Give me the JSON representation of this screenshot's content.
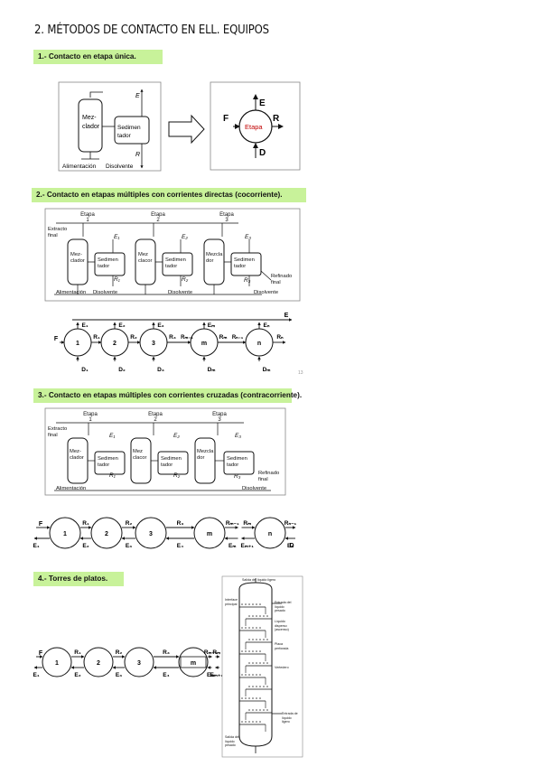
{
  "page": {
    "title": "2. MÉTODOS DE CONTACTO EN ELL. EQUIPOS",
    "page_number": "13"
  },
  "sections": [
    {
      "heading": "1.- Contacto en etapa única."
    },
    {
      "heading": "2.- Contacto en etapas múltiples con corrientes directas (cocorriente)."
    },
    {
      "heading": "3.- Contacto en etapas múltiples con corrientes cruzadas (contracorriente)."
    },
    {
      "heading": "4.- Torres de platos."
    }
  ],
  "single_stage": {
    "mixer": [
      "Mez-",
      "clador"
    ],
    "settler": [
      "Sedimen",
      "tador"
    ],
    "E": "E",
    "R": "R",
    "feed": "Alimentación",
    "solvent": "Disolvente",
    "block": {
      "F": "F",
      "E": "E",
      "R": "R",
      "D": "D",
      "stage": "Etapa"
    }
  },
  "cocurrent": {
    "stages": [
      {
        "label": "Etapa",
        "num": "1",
        "mixer": [
          "Mez-",
          "clador"
        ],
        "E": "E₁",
        "R": "R₁"
      },
      {
        "label": "Etapa",
        "num": "2",
        "mixer": [
          "Mez",
          "clacor"
        ],
        "E": "E₂",
        "R": "R₂"
      },
      {
        "label": "Etapa",
        "num": "3",
        "mixer": [
          "Mezcla",
          "dor"
        ],
        "E": "E₃",
        "R": "R₃"
      }
    ],
    "settler": [
      "Sedimen",
      "tador"
    ],
    "extract": [
      "Extracto",
      "final"
    ],
    "raffinate": [
      "Refinado",
      "final"
    ],
    "feed": "Alimentación",
    "solvent": "Disolvente",
    "flow": {
      "F": "F",
      "E_total": "E",
      "nodes": [
        {
          "id": "1",
          "E": "E₁",
          "D": "D₁",
          "R": "R₁"
        },
        {
          "id": "2",
          "E": "E₂",
          "D": "D₂",
          "R": "R₂"
        },
        {
          "id": "3",
          "E": "E₃",
          "D": "D₃",
          "R": "R₃"
        },
        {
          "id": "m",
          "E": "Eₘ",
          "D": "Dₘ",
          "R": "Rₘ"
        },
        {
          "id": "n",
          "E": "Eₙ",
          "D": "Dₘ",
          "R": "Rₙ"
        }
      ],
      "r_prev_m": "Rₘ₋₁",
      "r_prev_n": "Rₙ₋₁"
    }
  },
  "countercurrent": {
    "stages": [
      {
        "label": "Etapa",
        "num": "1",
        "mixer": [
          "Mez-",
          "clador"
        ],
        "E": "E₁",
        "R": "R₁"
      },
      {
        "label": "Etapa",
        "num": "2",
        "mixer": [
          "Mez",
          "clacor"
        ],
        "E": "E₂",
        "R": "R₂"
      },
      {
        "label": "Etapa",
        "num": "3",
        "mixer": [
          "Mezcla",
          "dor"
        ],
        "E": "E₃",
        "R": "R₃"
      }
    ],
    "settler": [
      "Sedimen",
      "tador"
    ],
    "extract": [
      "Extracto",
      "final"
    ],
    "raffinate": [
      "Refinado",
      "final"
    ],
    "feed": "Alimentación",
    "solvent": "Disolvente",
    "flow": {
      "F": "F",
      "D": "D",
      "nodes": [
        "1",
        "2",
        "3",
        "m",
        "n"
      ],
      "top": [
        "R₁",
        "R₂",
        "R₃",
        "Rₘ₋₁",
        "Rₘ",
        "Rₙ₋₁",
        "Rₙ"
      ],
      "bottom": [
        "E₁",
        "E₂",
        "E₃",
        "E₄",
        "Eₘ",
        "Eₘ₊₁",
        "Eₙ"
      ]
    }
  },
  "tower_flow": {
    "F": "F",
    "nodes": [
      "1",
      "2",
      "3",
      "m"
    ],
    "top": [
      "R₁",
      "R₂",
      "R₃",
      "Rₘ₋₁",
      "Rₘ"
    ],
    "bottom": [
      "E₁",
      "E₂",
      "E₃",
      "E₄",
      "Eₘ",
      "Eₘ₊₁"
    ]
  },
  "tower": {
    "top_label": "Salida del líquido ligero",
    "interface": [
      "Interface",
      "principal"
    ],
    "labels_right": [
      [
        "Entrada del",
        "líquido",
        "pesado"
      ],
      [
        "Líquido",
        "disperso",
        "(ascenso)"
      ],
      [
        "Placa",
        "perforada"
      ],
      [
        "Vertedero"
      ],
      [
        "Entrada de",
        "líquido",
        "ligero"
      ]
    ],
    "bottom_label": [
      "Salida del",
      "líquido",
      "pesado"
    ]
  }
}
